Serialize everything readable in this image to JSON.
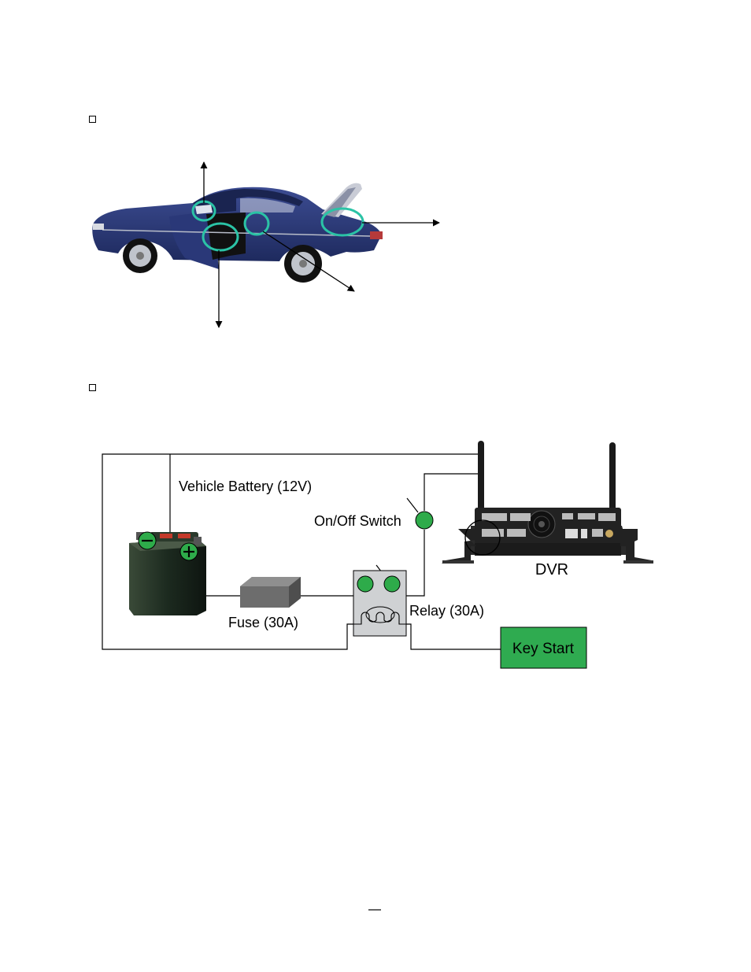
{
  "diagram": {
    "battery_label": "Vehicle Battery (12V)",
    "switch_label": "On/Off Switch",
    "fuse_label": "Fuse (30A)",
    "relay_label": "Relay (30A)",
    "key_start_label": "Key Start",
    "dvr_label": "DVR"
  },
  "colors": {
    "connector_green": "#2eab4a",
    "key_start_fill": "#2fab50",
    "mount_circle": "#2bc3a6",
    "car_body": "#2c3a7a"
  }
}
